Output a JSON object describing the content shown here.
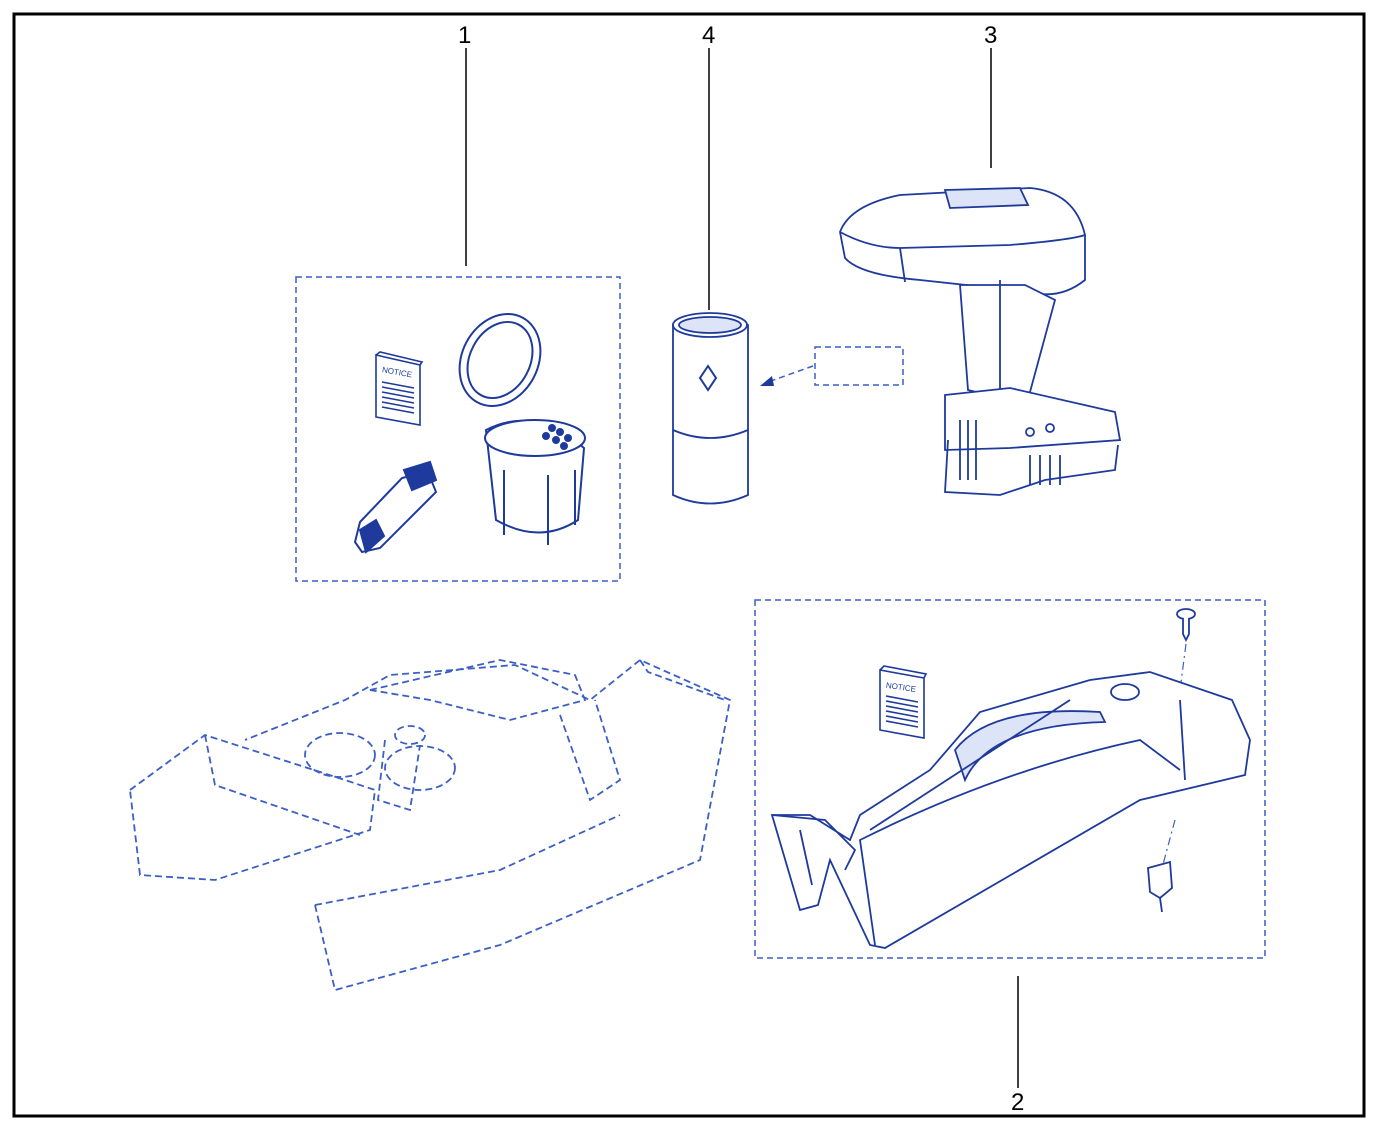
{
  "callouts": {
    "item_1": "1",
    "item_2": "2",
    "item_3": "3",
    "item_4": "4"
  },
  "notice_label": "NOTICE",
  "colors": {
    "line": "#1e3a9c",
    "dashed": "#3b5fc4",
    "frame": "#000000",
    "background": "#ffffff"
  }
}
